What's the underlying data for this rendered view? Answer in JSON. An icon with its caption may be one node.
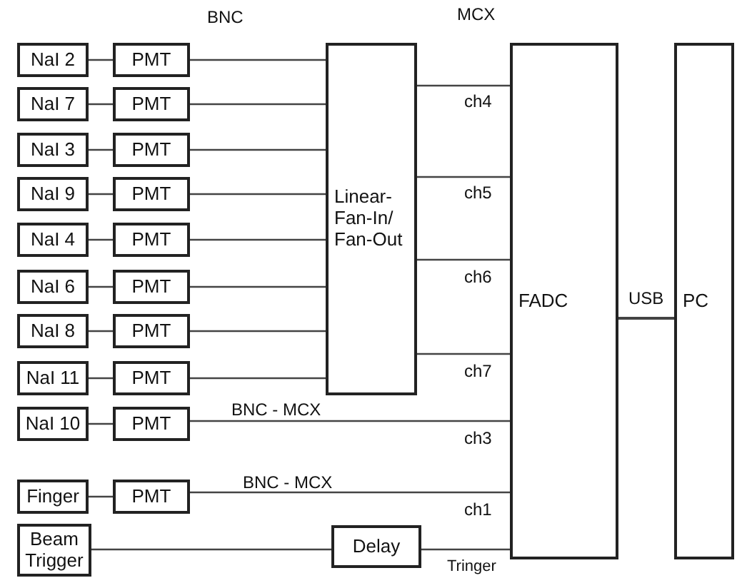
{
  "diagram": {
    "nodes": [
      {
        "text": [
          "NaI 2"
        ]
      },
      {
        "text": [
          "PMT"
        ]
      },
      {
        "text": [
          "NaI 7"
        ]
      },
      {
        "text": [
          "PMT"
        ]
      },
      {
        "text": [
          "NaI 3"
        ]
      },
      {
        "text": [
          "PMT"
        ]
      },
      {
        "text": [
          "NaI 9"
        ]
      },
      {
        "text": [
          "PMT"
        ]
      },
      {
        "text": [
          "NaI 4"
        ]
      },
      {
        "text": [
          "PMT"
        ]
      },
      {
        "text": [
          "NaI 6"
        ]
      },
      {
        "text": [
          "PMT"
        ]
      },
      {
        "text": [
          "NaI 8"
        ]
      },
      {
        "text": [
          "PMT"
        ]
      },
      {
        "text": [
          "NaI 11"
        ]
      },
      {
        "text": [
          "PMT"
        ]
      },
      {
        "text": [
          "NaI 10"
        ]
      },
      {
        "text": [
          "PMT"
        ]
      },
      {
        "text": [
          "Finger"
        ]
      },
      {
        "text": [
          "PMT"
        ]
      },
      {
        "text": [
          "Beam Trigger"
        ]
      },
      {
        "text": [
          "Delay"
        ]
      },
      {
        "text": [
          "Linear- Fan-In/ Fan-Out"
        ]
      },
      {
        "text": [
          "FADC"
        ]
      },
      {
        "text": [
          "PC"
        ]
      }
    ],
    "edges": [
      {
        "from": 0,
        "to": 1,
        "arrow": "none"
      },
      {
        "from": 2,
        "to": 3,
        "arrow": "none"
      },
      {
        "from": 4,
        "to": 5,
        "arrow": "none"
      },
      {
        "from": 6,
        "to": 7,
        "arrow": "none"
      },
      {
        "from": 8,
        "to": 9,
        "arrow": "none"
      },
      {
        "from": 10,
        "to": 11,
        "arrow": "none"
      },
      {
        "from": 12,
        "to": 13,
        "arrow": "none"
      },
      {
        "from": 14,
        "to": 15,
        "arrow": "none"
      },
      {
        "from": 16,
        "to": 17,
        "arrow": "none"
      },
      {
        "from": 1,
        "to": 22,
        "arrow": "none"
      },
      {
        "from": 3,
        "to": 22,
        "arrow": "none"
      },
      {
        "from": 5,
        "to": 22,
        "arrow": "none"
      },
      {
        "from": 7,
        "to": 22,
        "arrow": "none"
      },
      {
        "from": 9,
        "to": 22,
        "arrow": "none"
      },
      {
        "from": 11,
        "to": 22,
        "arrow": "none"
      },
      {
        "from": 13,
        "to": 22,
        "arrow": "none"
      },
      {
        "from": 15,
        "to": 22,
        "arrow": "none"
      },
      {
        "from": 17,
        "to": 23,
        "label": "ch3",
        "arrow": "none"
      },
      {
        "from": 18,
        "to": 19,
        "arrow": "none"
      },
      {
        "from": 19,
        "to": 23,
        "label": "ch1",
        "arrow": "none"
      },
      {
        "from": 20,
        "to": 21,
        "arrow": "none"
      },
      {
        "from": 21,
        "to": 23,
        "label": "Tringer",
        "arrow": "none"
      },
      {
        "from": 22,
        "to": 23,
        "label": "ch4",
        "arrow": "none"
      },
      {
        "from": 22,
        "to": 23,
        "label": "ch5",
        "arrow": "none"
      },
      {
        "from": 22,
        "to": 23,
        "label": "ch6",
        "arrow": "none"
      },
      {
        "from": 22,
        "to": 23,
        "label": "ch7",
        "arrow": "none"
      },
      {
        "from": 23,
        "to": 24,
        "label": "USB",
        "arrow": "none"
      }
    ],
    "labels": [
      "BNC",
      "MCX",
      "BNC - MCX",
      "BNC - MCX"
    ]
  }
}
